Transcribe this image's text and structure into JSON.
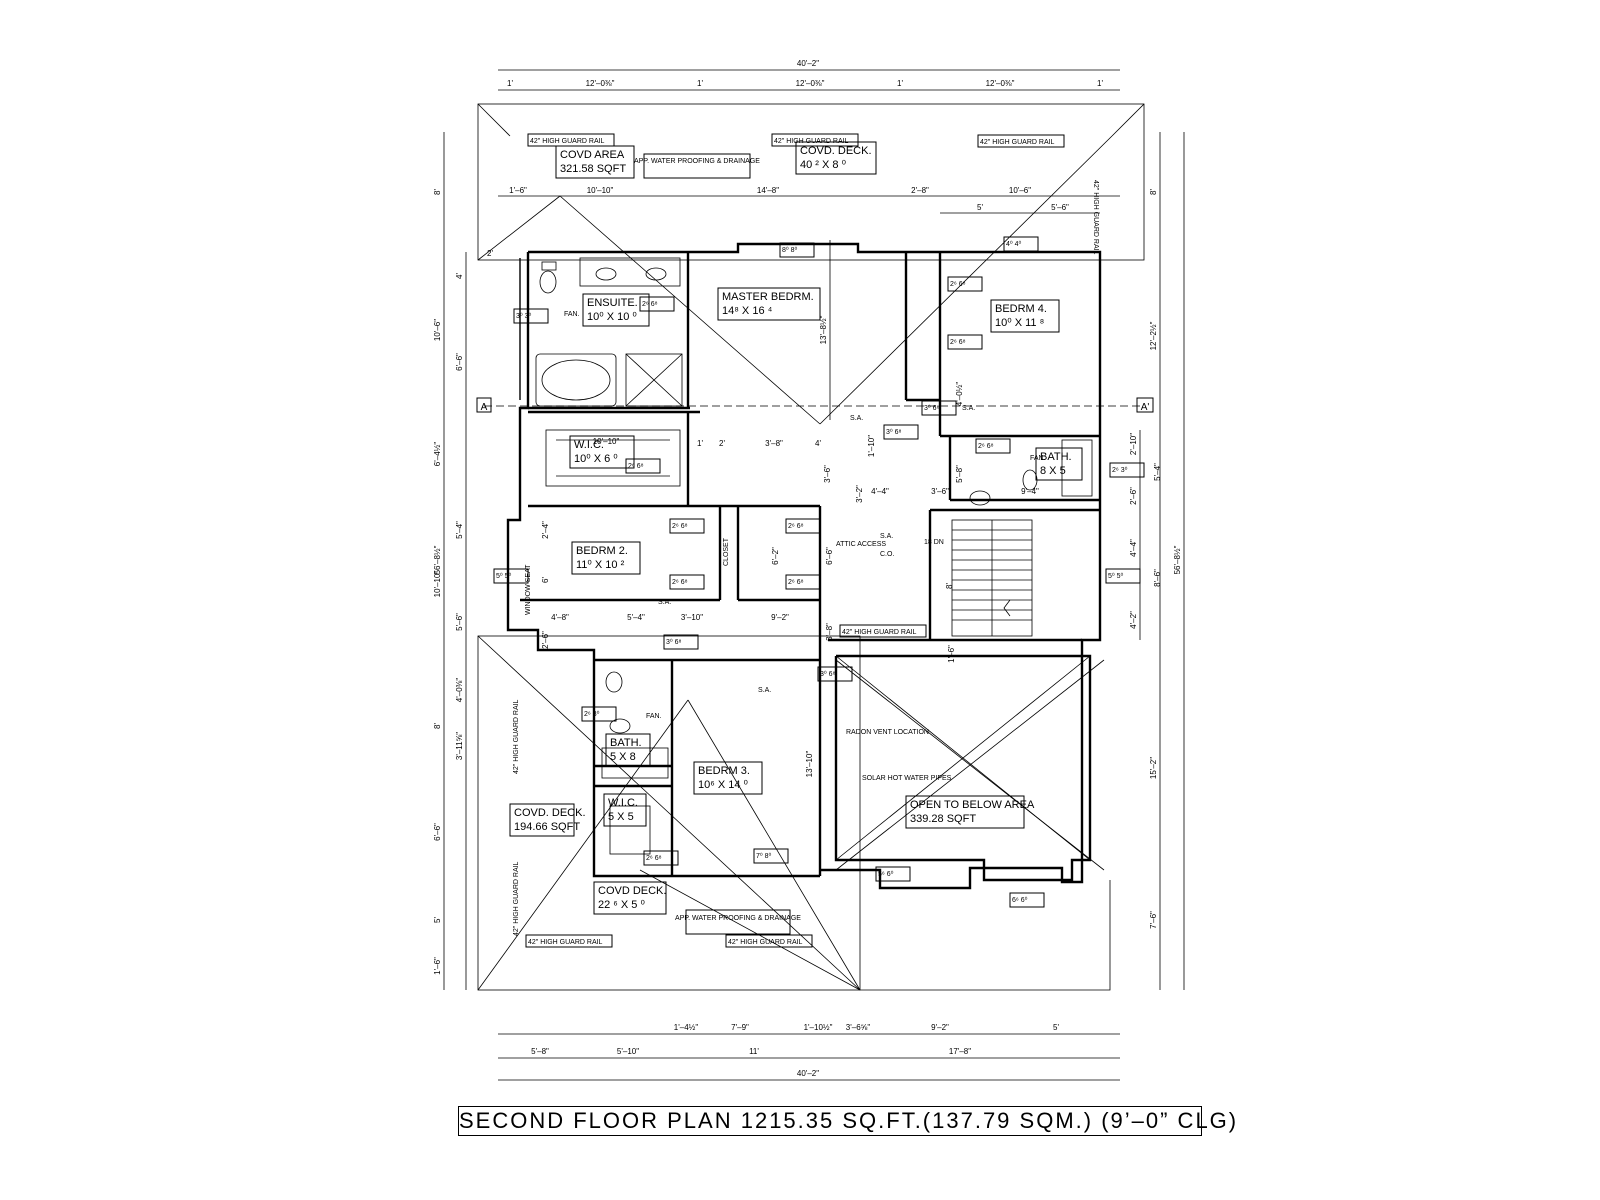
{
  "title": "SECOND FLOOR PLAN 1215.35 SQ.FT.(137.79 SQM.) (9’–0” CLG)",
  "rooms": [
    {
      "name": "MASTER BEDRM.",
      "size": "14⁸ X 16 ⁴"
    },
    {
      "name": "ENSUITE.",
      "size": "10⁰ X 10 ⁰"
    },
    {
      "name": "BEDRM 4.",
      "size": "10⁰ X 11 ⁸"
    },
    {
      "name": "W.I.C.",
      "size": "10⁰ X 6 ⁰"
    },
    {
      "name": "BATH.",
      "size": "8 X 5"
    },
    {
      "name": "BEDRM 2.",
      "size": "11⁰ X 10 ²"
    },
    {
      "name": "BEDRM 3.",
      "size": "10⁶ X 14 ⁰"
    },
    {
      "name": "BATH.",
      "size": "5 X 8"
    },
    {
      "name": "W.I.C.",
      "size": "5 X 5"
    },
    {
      "name": "OPEN TO BELOW AREA",
      "size": "339.28 SQFT"
    },
    {
      "name": "COVD AREA",
      "size": "321.58 SQFT"
    },
    {
      "name": "COVD. DECK.",
      "size": "40 ² X 8 ⁰"
    },
    {
      "name": "COVD. DECK.",
      "size": "194.66 SQFT"
    },
    {
      "name": "COVD DECK.",
      "size": "22 ⁶ X 5 ⁰"
    }
  ],
  "notes": {
    "guard_rail": "42\" HIGH GUARD RAIL",
    "water_proofing_top": "APP. WATER PROOFING & DRAINAGE",
    "water_proofing_bottom": "APP. WATER PROOFING & DRAINAGE",
    "attic": "ATTIC ACCESS",
    "radon": "RADON VENT LOCATION",
    "solar": "SOLAR HOT WATER PIPES",
    "window_seat": "WINDOW SEAT",
    "closet": "CLOSET",
    "fan": "FAN.",
    "sa": "S.A.",
    "co": "C.O.",
    "stair": "18 DN",
    "section_mark": "A",
    "section_mark_prime": "A'"
  },
  "doors": [
    "8⁰ 8⁰",
    "4⁰ 4⁰",
    "2⁶ 6⁸",
    "3⁰ 6⁸",
    "5⁰ 5⁰",
    "7⁰ 8⁰",
    "5⁶ 6⁰",
    "6⁶ 6⁰",
    "3⁰ 3⁰",
    "2⁶ 3⁰"
  ],
  "dims": {
    "overall_width": "40'–2\"",
    "overall_depth": "56'–8½\"",
    "top_segments": [
      "1'",
      "12'–0⅜\"",
      "1'",
      "12'–0⅜\"",
      "1'",
      "12'–0⅜\"",
      "1'"
    ],
    "top_row2": [
      "1'–6\"",
      "10'–10\"",
      "14'–8\"",
      "2'–8\"",
      "10'–6\""
    ],
    "top_row3": [
      "5'",
      "5'–6\""
    ],
    "left_outer": [
      "8'",
      "10'–6\"",
      "6'–4½\"",
      "10'–10\"",
      "8'",
      "6'–6\"",
      "5'",
      "1'–6\""
    ],
    "left_inner": [
      "4'",
      "6'–6\"",
      "5'–4\"",
      "5'–6\"",
      "4'–0⅜\"",
      "3'–11⅝\""
    ],
    "right_outer": [
      "8'",
      "12'–2½\"",
      "15'–2\"",
      "7'–6\""
    ],
    "right_inner": [
      "2'–10\"",
      "2'–6\"",
      "5'–4\"",
      "4'–4\"",
      "8'–6\"",
      "4'–2\""
    ],
    "bottom_row1": [
      "1'–4½\"",
      "7'–9\"",
      "1'–10½\"",
      "3'–6⅝\"",
      "9'–2\"",
      "5'"
    ],
    "bottom_row2": [
      "5'–8\"",
      "5'–10\"",
      "11'",
      "17'–8\""
    ],
    "interior": [
      "13'–8½\"",
      "1'",
      "2'",
      "3'–8\"",
      "4'",
      "3'–6\"",
      "4'–4\"",
      "3'–6\"",
      "5'–8\"",
      "9'–4\"",
      "4'–8\"",
      "5'–4\"",
      "3'–10\"",
      "9'–2\"",
      "6'–2\"",
      "6'–6\"",
      "3'–8\"",
      "13'–10\"",
      "2'–6\"",
      "2'–4\"",
      "6'",
      "2'",
      "1'–6\"",
      "10'–10\"",
      "8'",
      "3'–2\"",
      "1'–10\"",
      "4'–0½\""
    ]
  }
}
